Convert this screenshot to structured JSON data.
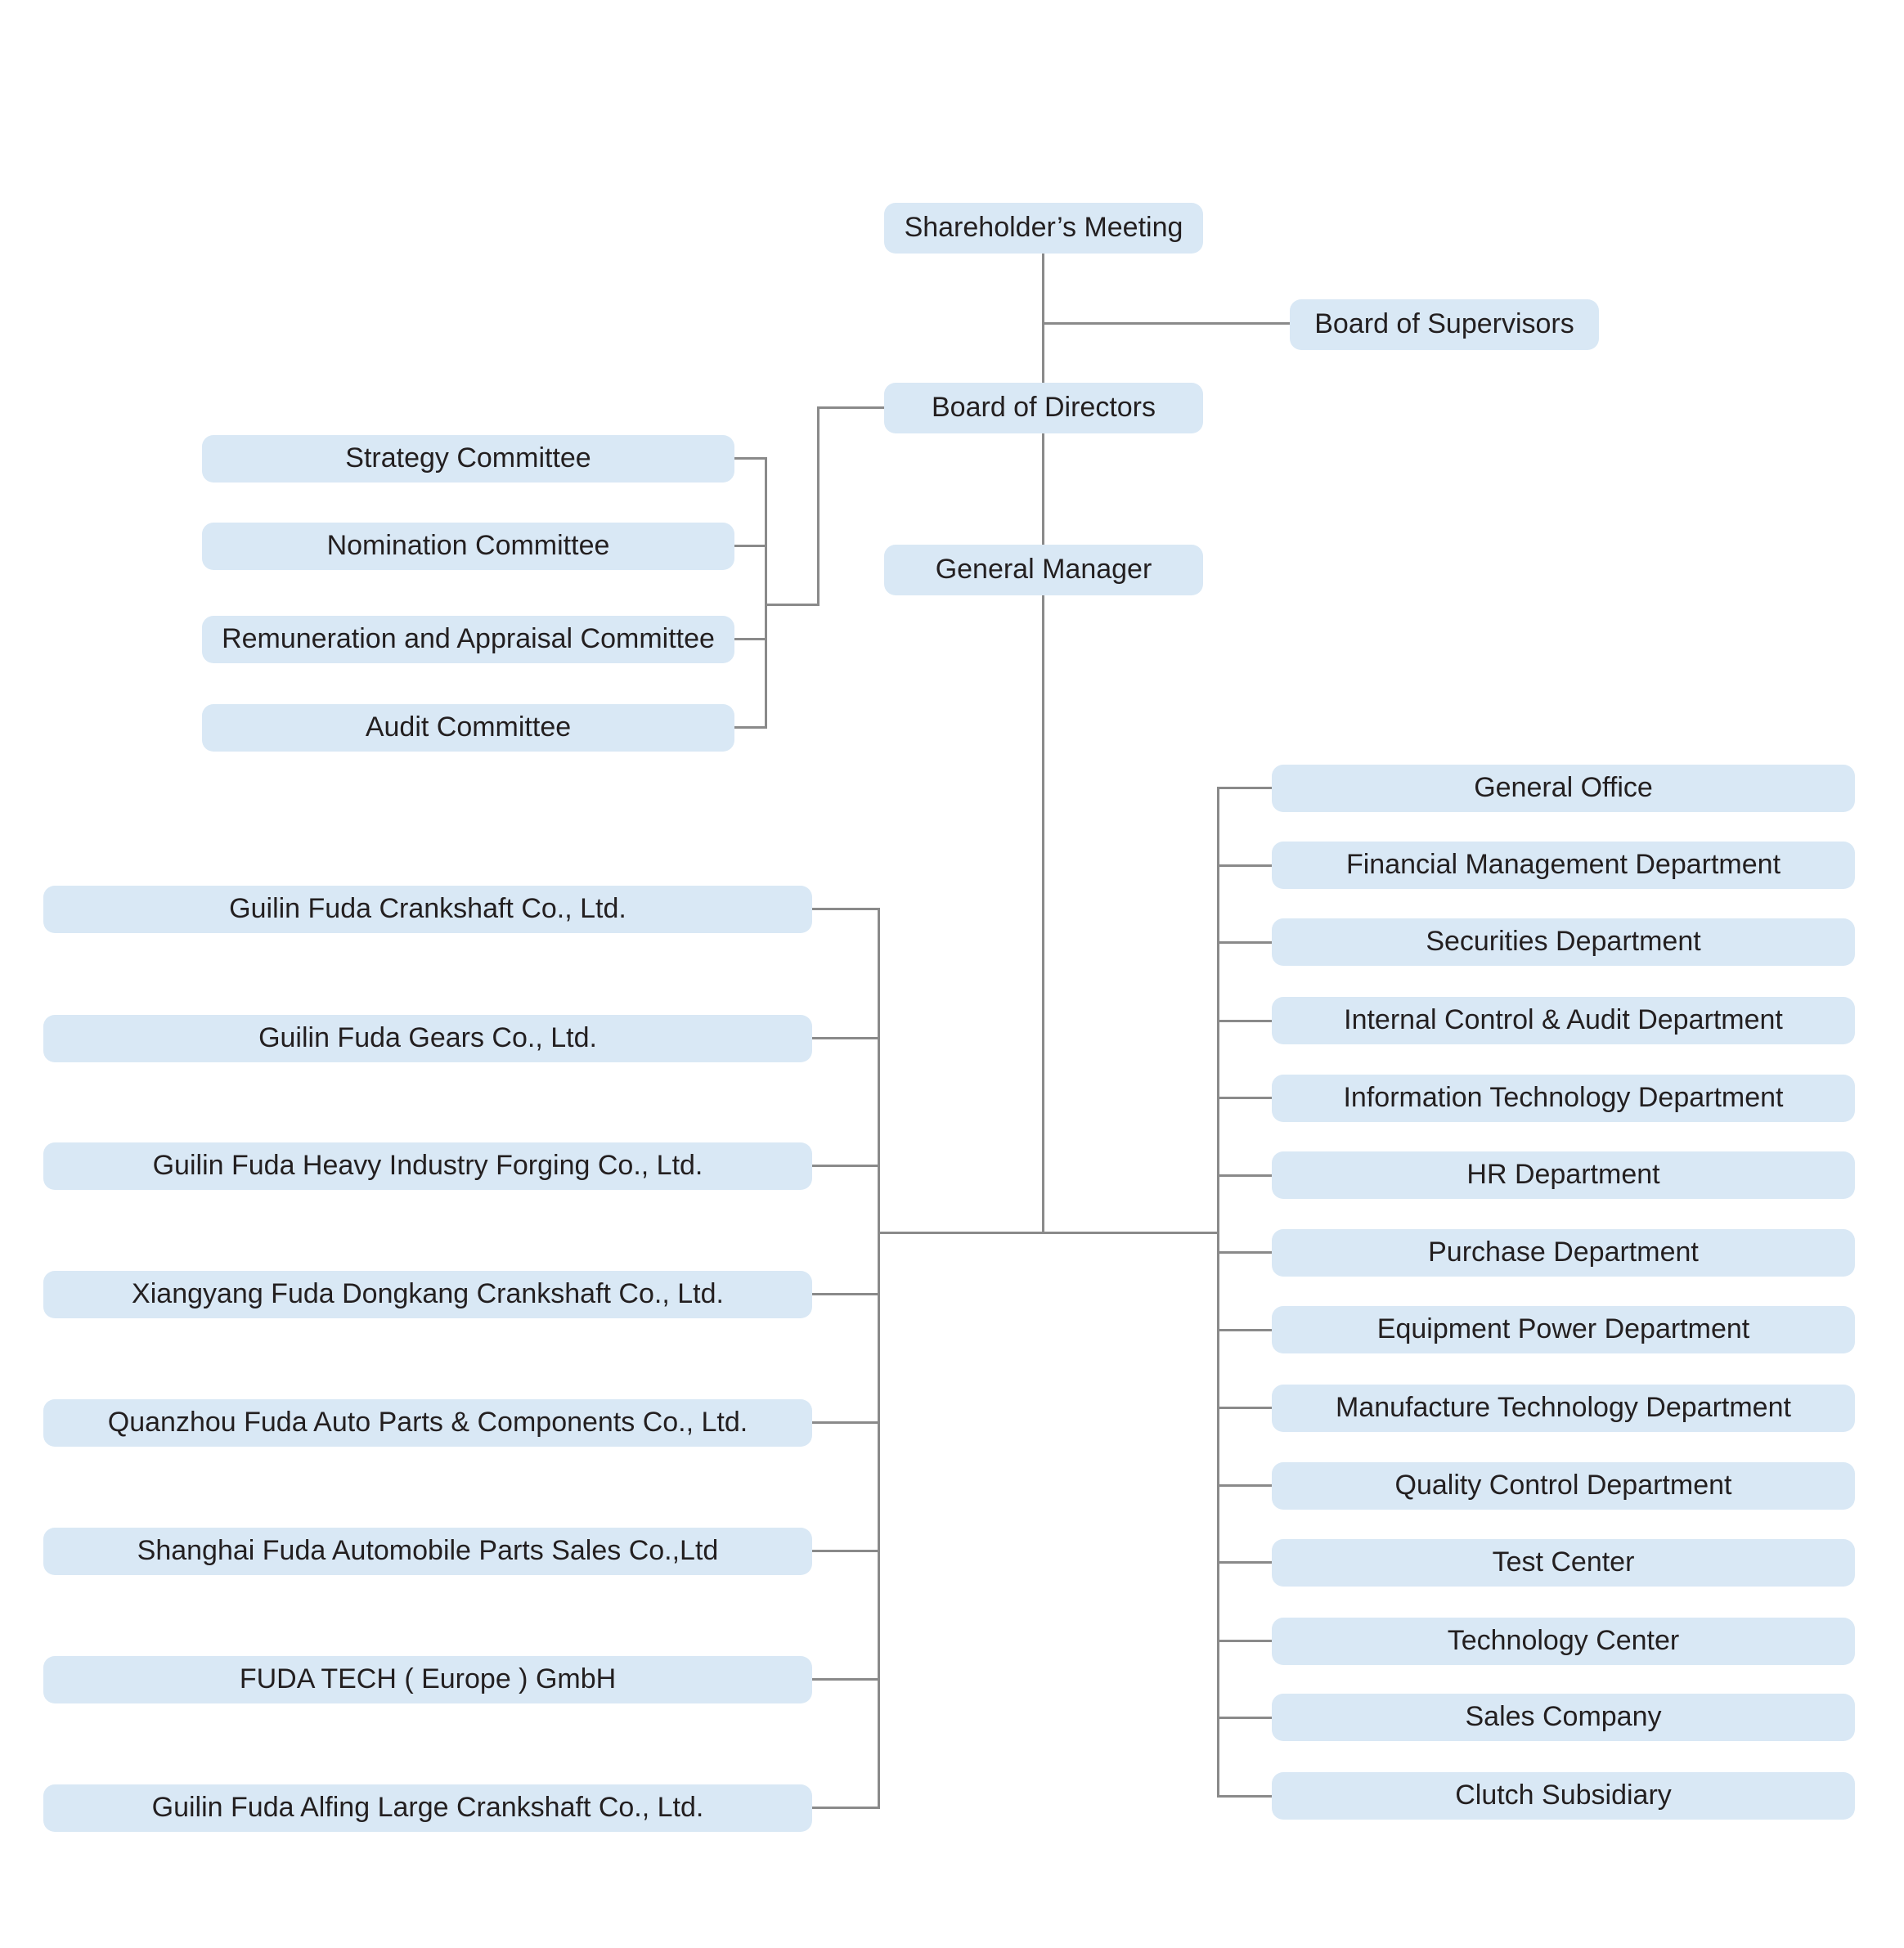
{
  "org": {
    "shareholders_meeting": "Shareholder’s Meeting",
    "board_of_supervisors": "Board of Supervisors",
    "board_of_directors": "Board of Directors",
    "general_manager": "General Manager",
    "committees": [
      "Strategy Committee",
      "Nomination Committee",
      "Remuneration and Appraisal Committee",
      "Audit Committee"
    ],
    "subsidiaries": [
      "Guilin Fuda Crankshaft Co., Ltd.",
      "Guilin Fuda Gears Co., Ltd.",
      "Guilin Fuda Heavy Industry Forging Co., Ltd.",
      "Xiangyang Fuda Dongkang Crankshaft Co., Ltd.",
      "Quanzhou Fuda Auto Parts & Components Co., Ltd.",
      "Shanghai Fuda Automobile Parts Sales Co.,Ltd",
      "FUDA TECH ( Europe ) GmbH",
      "Guilin Fuda Alfing Large Crankshaft Co., Ltd."
    ],
    "departments": [
      "General Office",
      "Financial Management Department",
      "Securities Department",
      "Internal Control & Audit Department",
      "Information Technology Department",
      "HR Department",
      "Purchase Department",
      "Equipment Power Department",
      "Manufacture Technology Department",
      "Quality Control Department",
      "Test Center",
      "Technology Center",
      "Sales Company",
      "Clutch Subsidiary"
    ]
  },
  "colors": {
    "box_fill": "#d9e8f5",
    "connector": "#8a8a8a",
    "text": "#231f20",
    "background": "#ffffff"
  }
}
